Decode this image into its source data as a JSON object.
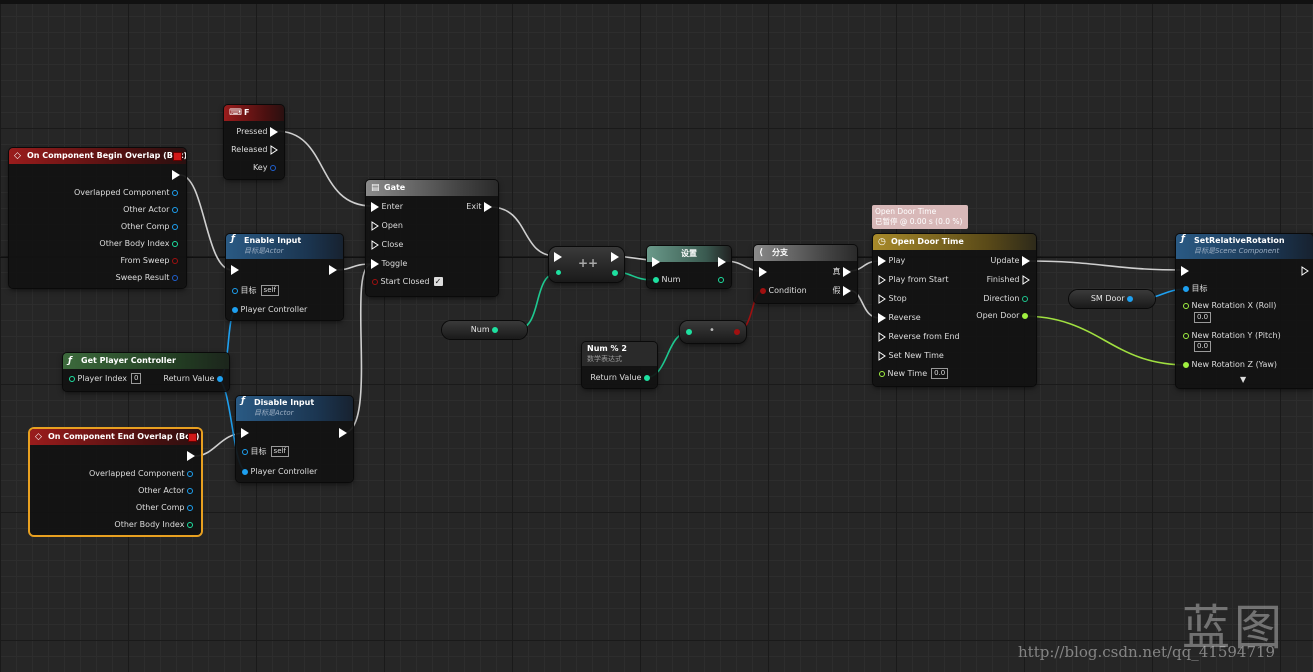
{
  "nodes": {
    "begin_overlap": {
      "title": "On Component Begin Overlap (Box)",
      "pins": [
        "Overlapped Component",
        "Other Actor",
        "Other Comp",
        "Other Body Index",
        "From Sweep",
        "Sweep Result"
      ]
    },
    "end_overlap": {
      "title": "On Component End Overlap (Box)",
      "pins": [
        "Overlapped Component",
        "Other Actor",
        "Other Comp",
        "Other Body Index"
      ]
    },
    "f_key": {
      "title": "F",
      "pins": [
        "Pressed",
        "Released",
        "Key"
      ]
    },
    "enable_input": {
      "title": "Enable Input",
      "subtitle": "目标是Actor",
      "target_label": "目标",
      "target_value": "self",
      "player_controller": "Player Controller"
    },
    "disable_input": {
      "title": "Disable Input",
      "subtitle": "目标是Actor",
      "target_label": "目标",
      "target_value": "self",
      "player_controller": "Player Controller"
    },
    "get_player_controller": {
      "title": "Get Player Controller",
      "player_index": "Player Index",
      "player_index_value": "0",
      "return_value": "Return Value"
    },
    "gate": {
      "title": "Gate",
      "enter": "Enter",
      "exit": "Exit",
      "open": "Open",
      "close": "Close",
      "toggle": "Toggle",
      "start_closed": "Start Closed"
    },
    "increment": {
      "symbol": "++"
    },
    "set_node": {
      "title": "设置",
      "num": "Num"
    },
    "num_var": {
      "label": "Num"
    },
    "num_mod": {
      "title": "Num % 2",
      "subtitle": "数学表达式",
      "return_value": "Return Value"
    },
    "equal_node": {
      "symbol": "•"
    },
    "branch": {
      "title": "分支",
      "condition": "Condition",
      "true_label": "真",
      "false_label": "假"
    },
    "timeline": {
      "title": "Open Door Time",
      "comment_line1": "Open Door Time",
      "comment_line2": "已暂停 @ 0.00 s (0.0 %)",
      "inputs": [
        "Play",
        "Play from Start",
        "Stop",
        "Reverse",
        "Reverse from End",
        "Set New Time"
      ],
      "new_time": "New Time",
      "new_time_value": "0.0",
      "outputs": [
        "Update",
        "Finished",
        "Direction",
        "Open Door"
      ]
    },
    "sm_door": {
      "label": "SM Door"
    },
    "set_rotation": {
      "title": "SetRelativeRotation",
      "subtitle": "目标是Scene Component",
      "target": "目标",
      "roll": "New Rotation X (Roll)",
      "roll_value": "0.0",
      "pitch": "New Rotation Y (Pitch)",
      "pitch_value": "0.0",
      "yaw": "New Rotation Z (Yaw)",
      "more": "▼"
    }
  },
  "watermark": {
    "logo": "蓝图",
    "url": "http://blog.csdn.net/qq_41594719"
  },
  "colors": {
    "exec": "#ffffff",
    "object": "#1ea0f0",
    "int": "#1ee0a0",
    "bool": "#a01010",
    "float": "#a0f040",
    "struct": "#2060d0"
  }
}
